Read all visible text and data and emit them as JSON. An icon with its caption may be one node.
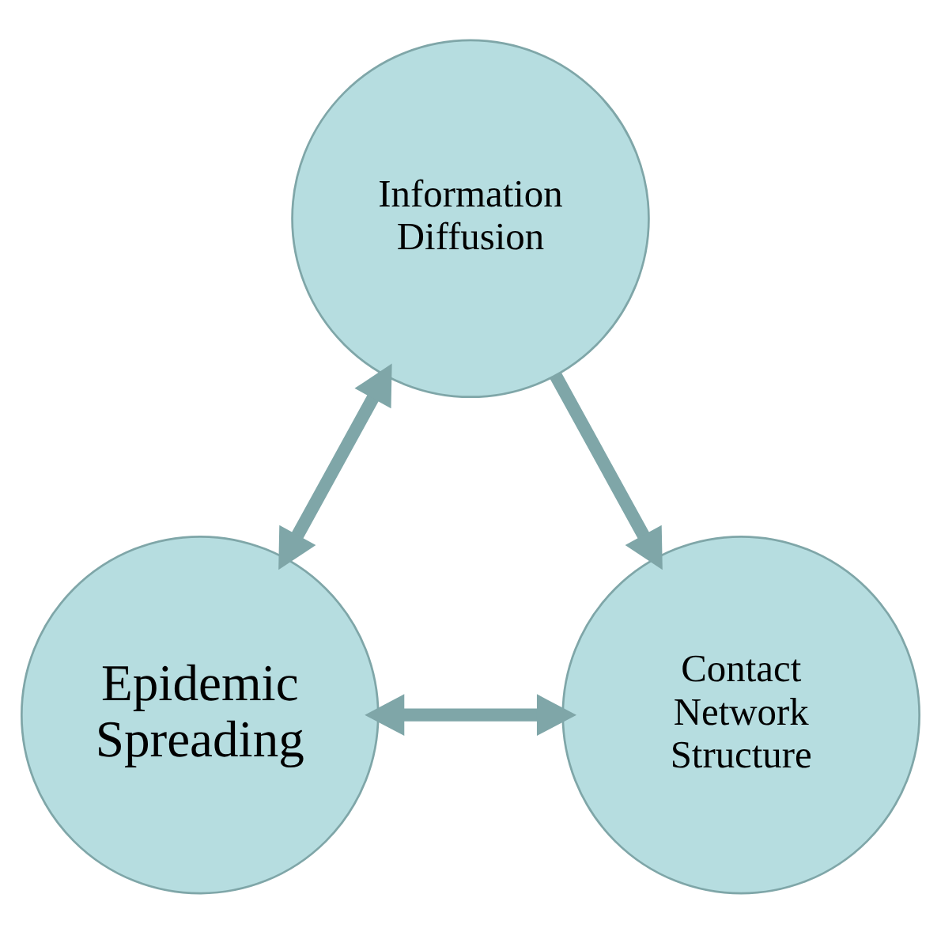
{
  "diagram": {
    "nodes": [
      {
        "text": [
          "Information Diffusion"
        ]
      },
      {
        "text": [
          "Epidemic Spreading"
        ]
      },
      {
        "text": [
          "Contact Network Structure"
        ]
      }
    ],
    "edges": [
      {
        "from": 0,
        "to": 1,
        "arrow": "both"
      },
      {
        "from": 0,
        "to": 2,
        "arrow": "to"
      },
      {
        "from": 1,
        "to": 2,
        "arrow": "both"
      }
    ]
  }
}
